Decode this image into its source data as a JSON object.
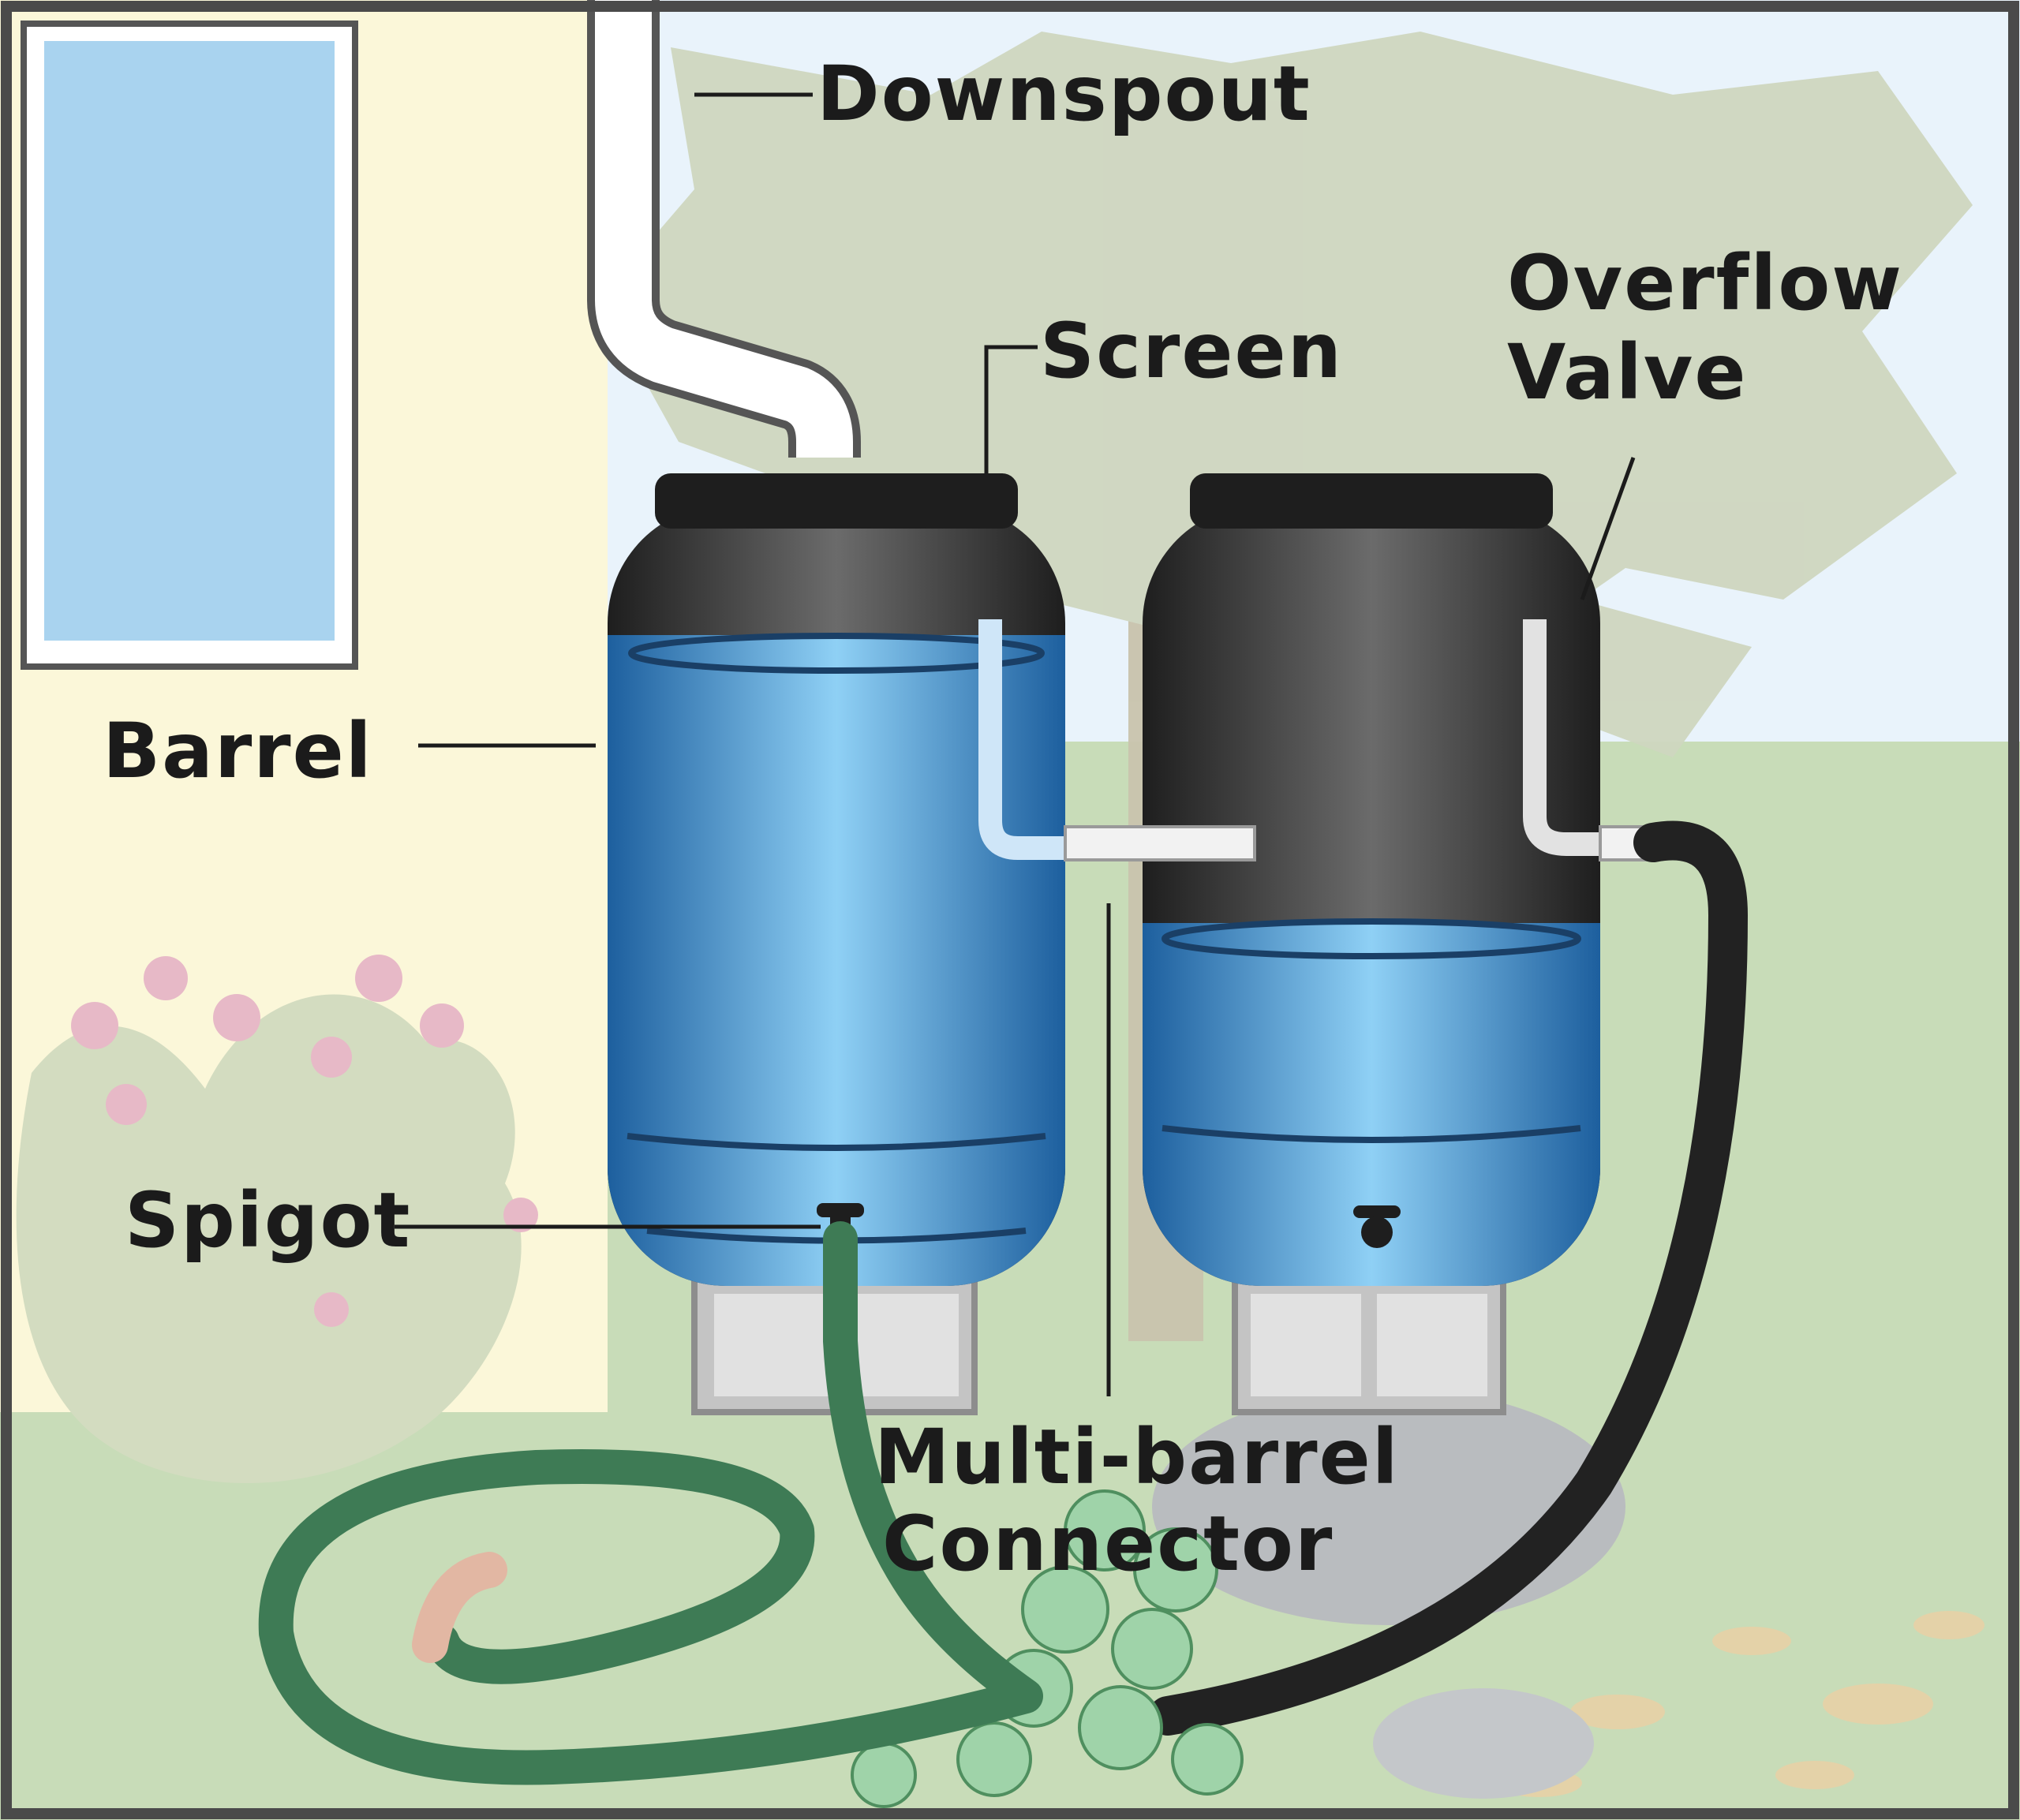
{
  "labels": {
    "downspout": "Downspout",
    "screen": "Screen",
    "overflow_valve_line1": "Overflow",
    "overflow_valve_line2": "Valve",
    "barrel": "Barrel",
    "spigot": "Spigot",
    "connector_line1": "Multi-barrel",
    "connector_line2": "Connector"
  },
  "colors": {
    "frame": "#4a4a4a",
    "wall": "#fbf7d9",
    "sky": "#e9f3fb",
    "grass": "#c8dcb8",
    "tree": "#cfd6bf",
    "barrel_dark": "#2c2c2c",
    "water": "#3f93d6",
    "garden_hose": "#3e7b55",
    "overflow_hose": "#222222"
  }
}
